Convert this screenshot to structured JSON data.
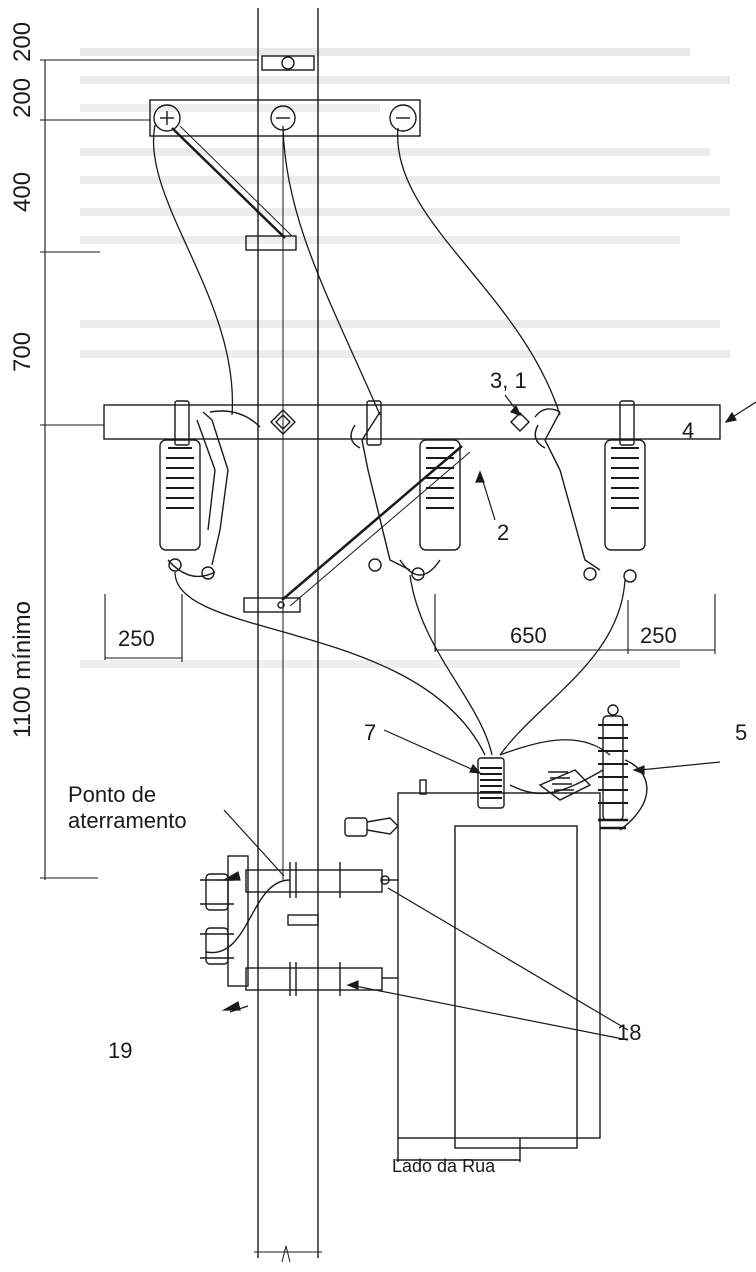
{
  "dimensions": {
    "d200_top": "200",
    "d200": "200",
    "d400": "400",
    "d700": "700",
    "d1100": "1100 mínimo",
    "d250_left": "250",
    "d650": "650",
    "d250_right": "250"
  },
  "callouts": {
    "c31": "3, 1",
    "c4": "4",
    "c2": "2",
    "c7": "7",
    "c5": "5",
    "c18": "18",
    "c19": "19"
  },
  "labels": {
    "ground_line1": "Ponto de",
    "ground_line2": "aterramento",
    "street_side": "Lado da Rua"
  },
  "colors": {
    "line": "#1a1a1a",
    "faint": "#bdbdbd"
  }
}
